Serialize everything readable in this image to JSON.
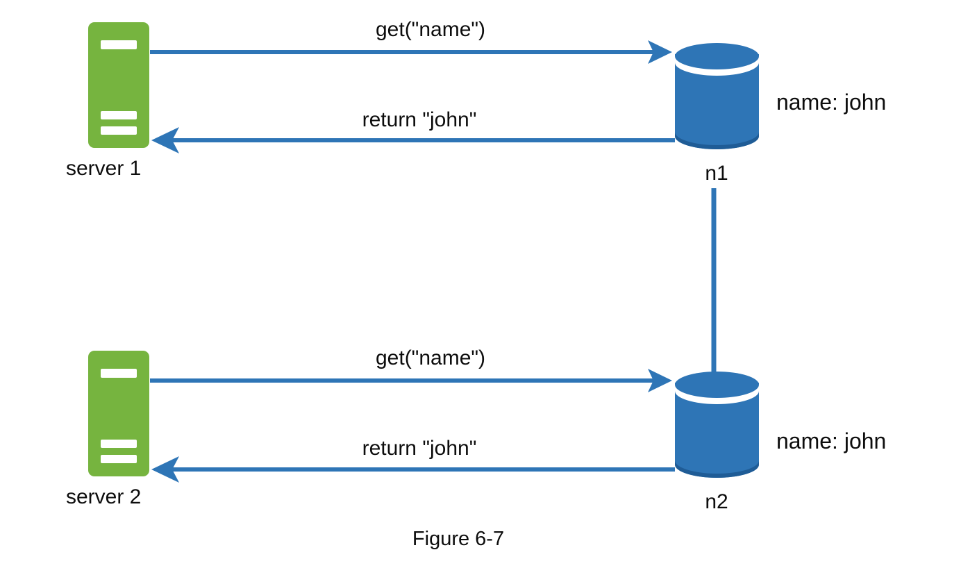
{
  "figure": {
    "caption": "Figure 6-7",
    "background_color": "#ffffff"
  },
  "colors": {
    "server_green": "#76b43f",
    "server_bar_white": "#ffffff",
    "db_body_blue": "#2e75b6",
    "db_top_blue": "#2e75b6",
    "db_rim_dark": "#1f5c96",
    "edge_blue": "#2e75b6",
    "text_black": "#0d0d0d"
  },
  "rows": [
    {
      "id": "row-1",
      "server": {
        "name": "server-1",
        "label": "server 1"
      },
      "database": {
        "name": "n1",
        "label": "n1",
        "value": "name: john"
      },
      "request_edge": {
        "label": "get(\"name\")",
        "direction": "server-to-db"
      },
      "response_edge": {
        "label": "return \"john\"",
        "direction": "db-to-server"
      }
    },
    {
      "id": "row-2",
      "server": {
        "name": "server-2",
        "label": "server 2"
      },
      "database": {
        "name": "n2",
        "label": "n2",
        "value": "name: john"
      },
      "request_edge": {
        "label": "get(\"name\")",
        "direction": "server-to-db"
      },
      "response_edge": {
        "label": "return \"john\"",
        "direction": "db-to-server"
      }
    }
  ],
  "replication_link": {
    "name": "n1-n2-link",
    "from": "n1",
    "to": "n2",
    "label": ""
  }
}
